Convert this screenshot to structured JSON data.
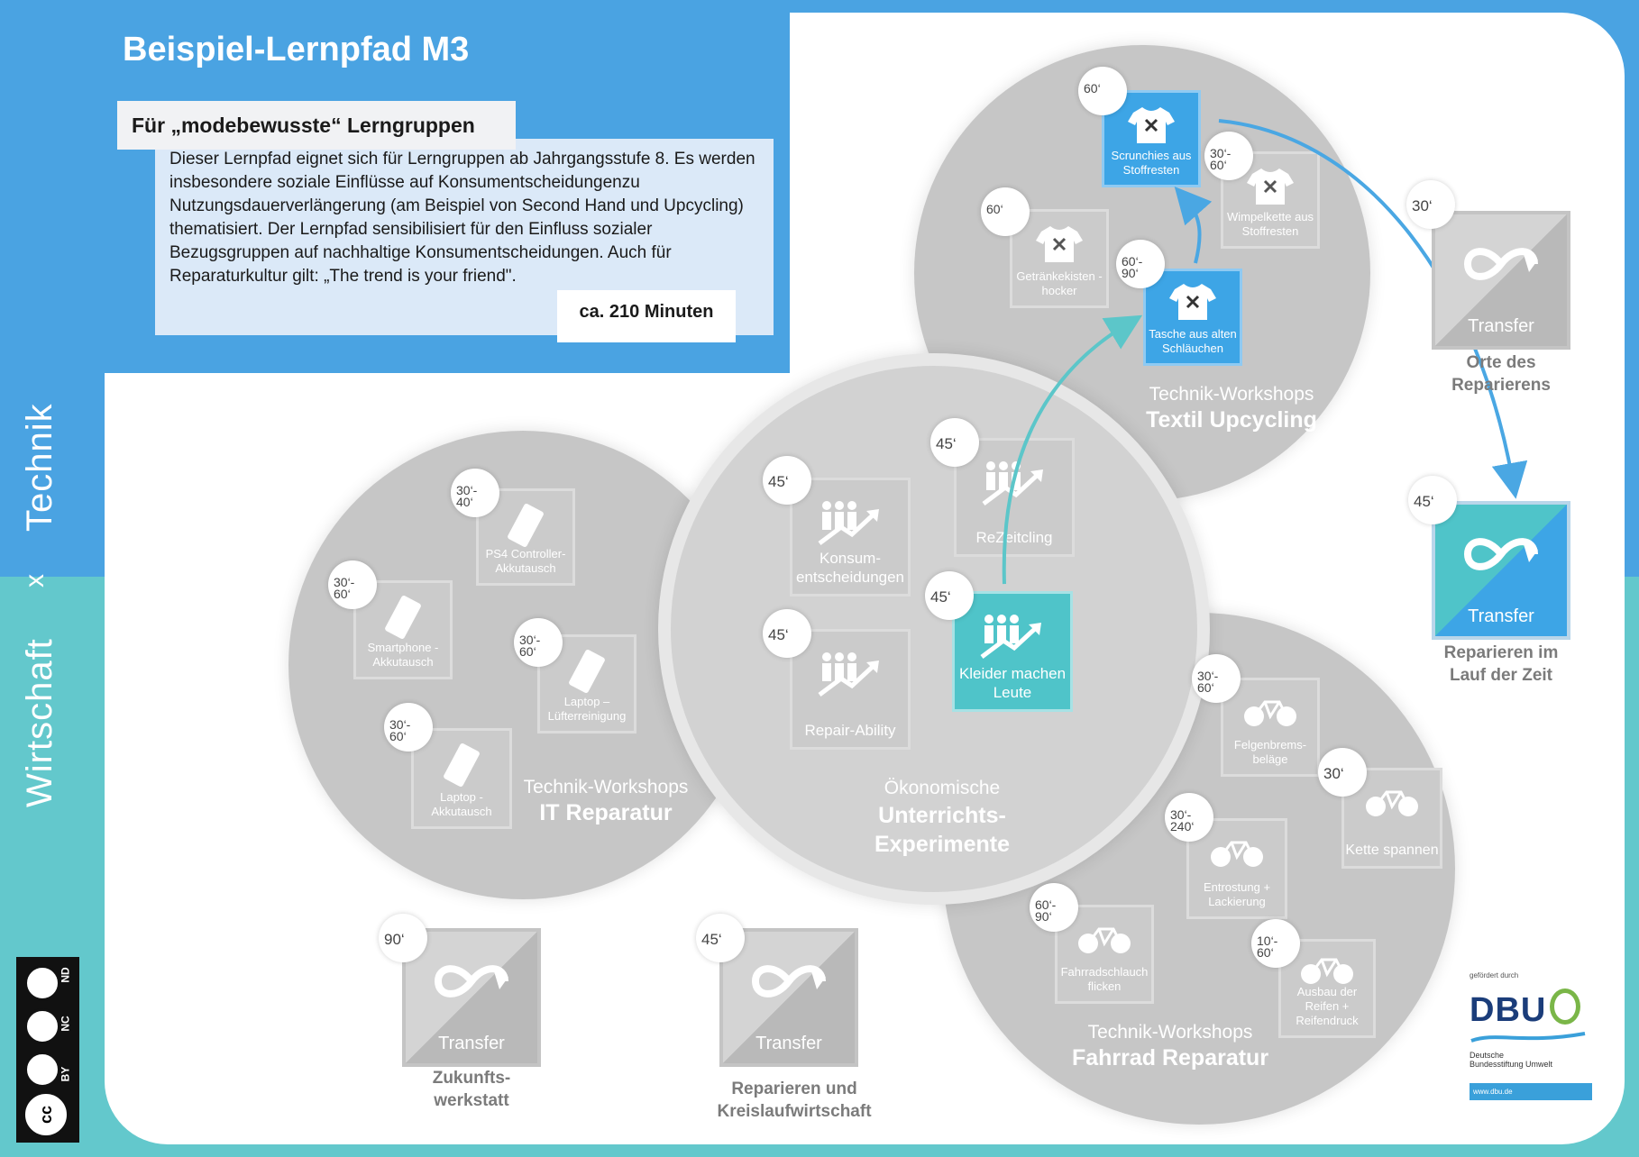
{
  "colors": {
    "blue": "#4aa3e2",
    "teal": "#63c8cc",
    "card_blue": "#3da5e6",
    "card_teal": "#4fc4c9",
    "grey_circle": "#c6c6c6",
    "arrow_blue": "#4aa7e3",
    "arrow_teal": "#5cc6c9"
  },
  "header": {
    "title": "Beispiel-Lernpfad M3",
    "subtitle": "Für „modebewusste“ Lerngruppen",
    "description": "Dieser Lernpfad eignet sich für Lerngruppen ab Jahrgangsstufe 8. Es werden insbesondere soziale Einflüsse auf Konsumentscheidungenzu Nutzungsdauerverlängerung (am Beispiel von Second Hand und Upcycling) thematisiert. Der Lernpfad sensibilisiert für den Einfluss sozialer Bezugsgruppen auf nachhaltige Konsumentscheidungen. Auch für Reparaturkultur gilt: „The trend is your friend\".",
    "duration": "ca. 210 Minuten"
  },
  "side_labels": {
    "technik": "Technik",
    "x": "x",
    "wirtschaft": "Wirtschaft"
  },
  "clusters": {
    "textil": {
      "line1": "Technik-Workshops",
      "line2": "Textil Upcycling"
    },
    "it": {
      "line1": "Technik-Workshops",
      "line2": "IT Reparatur"
    },
    "center": {
      "line1": "Ökonomische",
      "line2": "Unterrichts-",
      "line3": "Experimente"
    },
    "fahrrad": {
      "line1": "Technik-Workshops",
      "line2": "Fahrrad Reparatur"
    }
  },
  "textil_cards": [
    {
      "label": "Scrunchies aus Stoffresten",
      "time": "60‘",
      "icon": "tshirt-icon",
      "active": true
    },
    {
      "label": "Wimpelkette aus Stoffresten",
      "time": "30‘-\n60‘",
      "icon": "tshirt-icon",
      "active": false
    },
    {
      "label": "Getränkekisten -hocker",
      "time": "60‘",
      "icon": "tshirt-icon",
      "active": false
    },
    {
      "label": "Tasche aus alten Schläuchen",
      "time": "60‘-\n90‘",
      "icon": "tshirt-icon",
      "active": true
    }
  ],
  "it_cards": [
    {
      "label": "PS4 Controller-Akkutausch",
      "time": "30‘-\n40‘",
      "icon": "phone-icon"
    },
    {
      "label": "Smartphone - Akkutausch",
      "time": "30‘-\n60‘",
      "icon": "phone-icon"
    },
    {
      "label": "Laptop – Lüfterreinigung",
      "time": "30‘-\n60‘",
      "icon": "phone-icon"
    },
    {
      "label": "Laptop - Akkutausch",
      "time": "30‘-\n60‘",
      "icon": "phone-icon"
    }
  ],
  "center_cards": [
    {
      "label": "Konsum-entscheidungen",
      "time": "45‘",
      "icon": "people-growth-icon"
    },
    {
      "label": "ReZeitcling",
      "time": "45‘",
      "icon": "people-growth-icon"
    },
    {
      "label": "Repair-Ability",
      "time": "45‘",
      "icon": "people-growth-icon"
    },
    {
      "label": "Kleider machen Leute",
      "time": "45‘",
      "icon": "people-growth-icon",
      "active": true
    }
  ],
  "fahrrad_cards": [
    {
      "label": "Felgenbrems-beläge",
      "time": "30‘-\n60‘",
      "icon": "bicycle-icon"
    },
    {
      "label": "Kette spannen",
      "time": "30‘",
      "icon": "bicycle-icon"
    },
    {
      "label": "Entrostung + Lackierung",
      "time": "30‘-\n240‘",
      "icon": "bicycle-icon"
    },
    {
      "label": "Fahrradschlauch flicken",
      "time": "60‘-\n90‘",
      "icon": "bicycle-icon"
    },
    {
      "label": "Ausbau der Reifen + Reifendruck",
      "time": "10‘-\n60‘",
      "icon": "bicycle-icon"
    }
  ],
  "transfers": [
    {
      "label": "Transfer",
      "caption": "Orte des Reparierens",
      "time": "30‘",
      "active": false
    },
    {
      "label": "Transfer",
      "caption": "Reparieren im Lauf der Zeit",
      "time": "45‘",
      "active": true
    },
    {
      "label": "Transfer",
      "caption": "Zukunfts-werkstatt",
      "time": "90‘",
      "active": false
    },
    {
      "label": "Transfer",
      "caption": "Reparieren und Kreislaufwirtschaft",
      "time": "45‘",
      "active": false
    }
  ],
  "license": {
    "cc": "cc",
    "by": "BY",
    "nc": "NC",
    "nd": "ND"
  },
  "funder": {
    "funded_by": "gefördert durch",
    "logo": "DBU",
    "name_line1": "Deutsche",
    "name_line2": "Bundesstiftung Umwelt",
    "url": "www.dbu.de"
  }
}
